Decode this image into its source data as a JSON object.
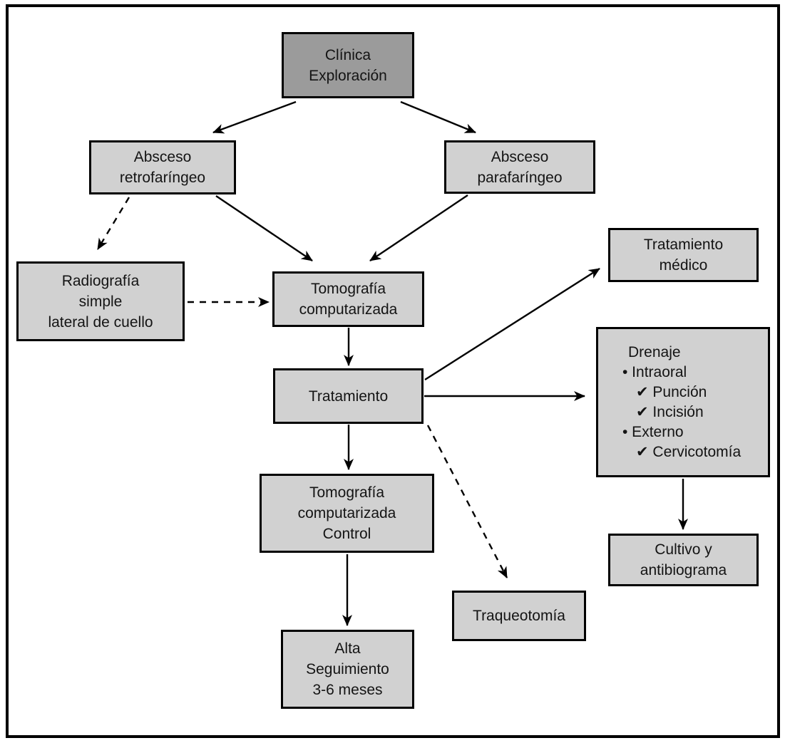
{
  "figure": {
    "background": "#ffffff",
    "frame_border_color": "#000000",
    "node_fill_light": "#d1d1d1",
    "node_fill_dark": "#9b9b9b",
    "node_border_color": "#000000",
    "arrow_color": "#000000"
  },
  "nodes": {
    "clinica": {
      "lines": [
        "Clínica",
        "Exploración"
      ]
    },
    "absceso_retro": {
      "lines": [
        "Absceso",
        "retrofaríngeo"
      ]
    },
    "absceso_para": {
      "lines": [
        "Absceso",
        "parafaríngeo"
      ]
    },
    "radiografia": {
      "lines": [
        "Radiografía",
        "simple",
        "lateral de cuello"
      ]
    },
    "tomografia": {
      "lines": [
        "Tomografía",
        "computarizada"
      ]
    },
    "tratamiento": {
      "lines": [
        "Tratamiento"
      ]
    },
    "tratamiento_medico": {
      "lines": [
        "Tratamiento",
        "médico"
      ]
    },
    "drenaje": {
      "lines": [
        "Drenaje",
        "• Intraoral",
        "✔ Punción",
        "✔ Incisión",
        "• Externo",
        "✔ Cervicotomía"
      ]
    },
    "cultivo": {
      "lines": [
        "Cultivo y",
        "antibiograma"
      ]
    },
    "tomografia_control": {
      "lines": [
        "Tomografía",
        "computarizada",
        "Control"
      ]
    },
    "traqueotomia": {
      "lines": [
        "Traqueotomía"
      ]
    },
    "alta": {
      "lines": [
        "Alta",
        "Seguimiento",
        "3-6 meses"
      ]
    }
  },
  "edges": [
    {
      "from": "clinica",
      "to": "absceso_retro",
      "style": "solid"
    },
    {
      "from": "clinica",
      "to": "absceso_para",
      "style": "solid"
    },
    {
      "from": "absceso_retro",
      "to": "radiografia",
      "style": "dashed"
    },
    {
      "from": "absceso_retro",
      "to": "tomografia",
      "style": "solid"
    },
    {
      "from": "absceso_para",
      "to": "tomografia",
      "style": "solid"
    },
    {
      "from": "radiografia",
      "to": "tomografia",
      "style": "dashed"
    },
    {
      "from": "tomografia",
      "to": "tratamiento",
      "style": "solid"
    },
    {
      "from": "tratamiento",
      "to": "tratamiento_medico",
      "style": "solid"
    },
    {
      "from": "tratamiento",
      "to": "drenaje",
      "style": "solid"
    },
    {
      "from": "tratamiento",
      "to": "traqueotomia",
      "style": "dashed"
    },
    {
      "from": "tratamiento",
      "to": "tomografia_control",
      "style": "solid"
    },
    {
      "from": "tomografia_control",
      "to": "alta",
      "style": "solid"
    },
    {
      "from": "drenaje",
      "to": "cultivo",
      "style": "solid"
    }
  ]
}
